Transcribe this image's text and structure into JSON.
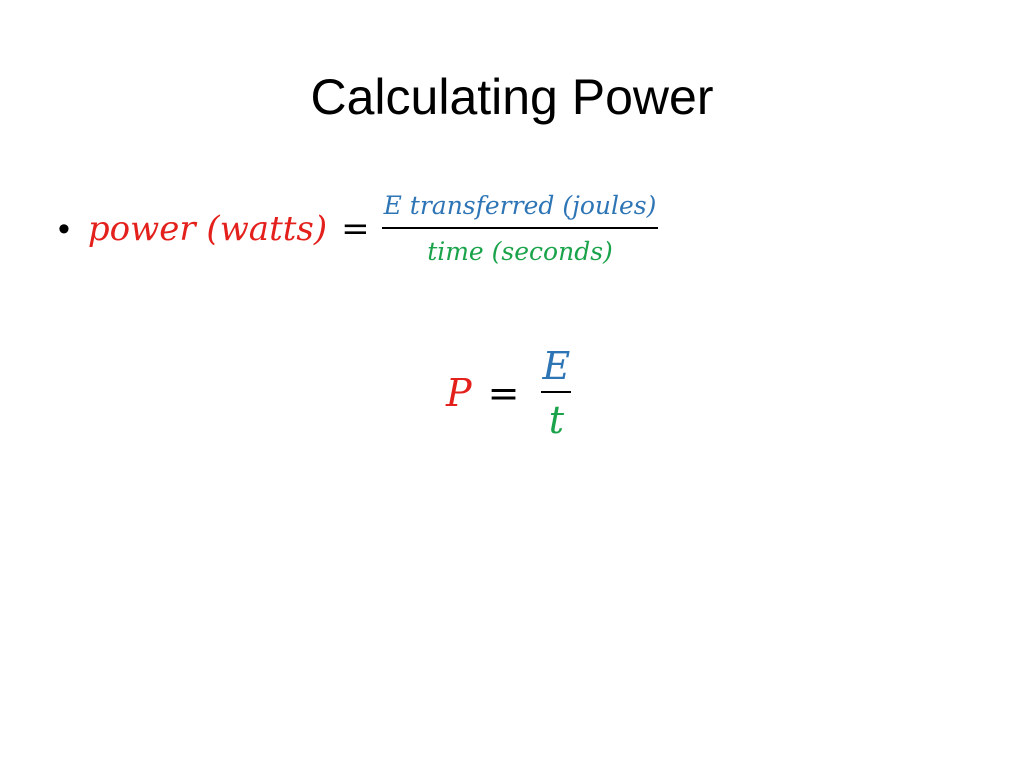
{
  "slide": {
    "title": "Calculating Power",
    "bullet": {
      "marker": "•",
      "lhs": "power (watts)",
      "equals": "=",
      "numerator": "E transferred (joules)",
      "denominator": "time (seconds)"
    },
    "formula": {
      "lhs": "P",
      "equals": "=",
      "numerator": "E",
      "denominator": "t"
    },
    "colors": {
      "power": "#e3201b",
      "energy": "#2e75b6",
      "time": "#1aa34a"
    }
  }
}
